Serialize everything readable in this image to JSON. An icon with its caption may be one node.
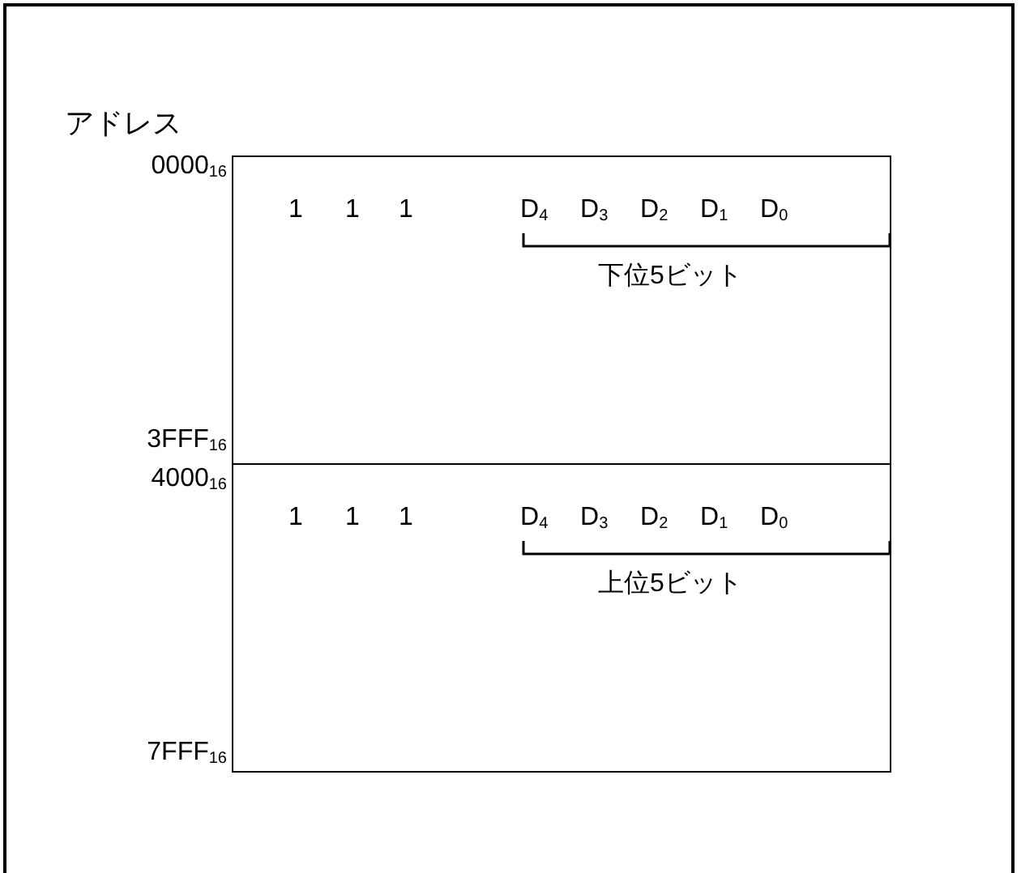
{
  "diagram": {
    "nodes": [
      {
        "text": [
          "1",
          "1",
          "1",
          "D$_{4}$",
          "D$_{3}$",
          "D$_{2}$",
          "D$_{1}$",
          "D$_{0}$",
          "下位5ビット"
        ]
      },
      {
        "text": [
          "1",
          "1",
          "1",
          "D$_{4}$",
          "D$_{3}$",
          "D$_{2}$",
          "D$_{1}$",
          "D$_{0}$",
          "上位5ビット"
        ]
      }
    ],
    "labels": [
      "アドレス",
      "0000$_{16}$",
      "3FFF$_{16}$",
      "4000$_{16}$",
      "7FFF$_{16}$"
    ]
  }
}
